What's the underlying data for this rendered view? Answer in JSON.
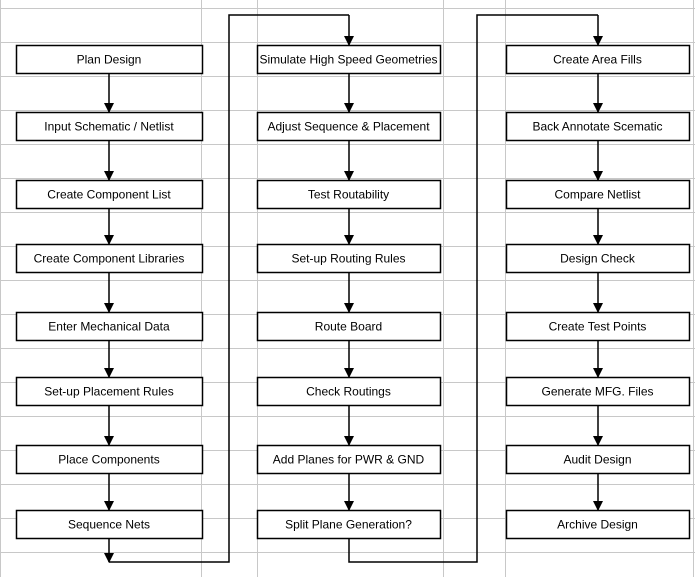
{
  "colors": {
    "grid": "#c8c8c8",
    "line": "#000000",
    "box_fill": "#ffffff",
    "background": "#ffffff"
  },
  "columns": [
    {
      "steps": [
        "Plan Design",
        "Input Schematic / Netlist",
        "Create Component List",
        "Create Component Libraries",
        "Enter Mechanical Data",
        "Set-up Placement Rules",
        "Place Components",
        "Sequence Nets"
      ]
    },
    {
      "steps": [
        "Simulate High Speed Geometries",
        "Adjust Sequence & Placement",
        "Test Routability",
        "Set-up Routing Rules",
        "Route Board",
        "Check Routings",
        "Add Planes for PWR & GND",
        "Split Plane Generation?"
      ]
    },
    {
      "steps": [
        "Create Area Fills",
        "Back Annotate Scematic",
        "Compare Netlist",
        "Design Check",
        "Create Test Points",
        "Generate MFG. Files",
        "Audit Design",
        "Archive Design"
      ]
    }
  ]
}
